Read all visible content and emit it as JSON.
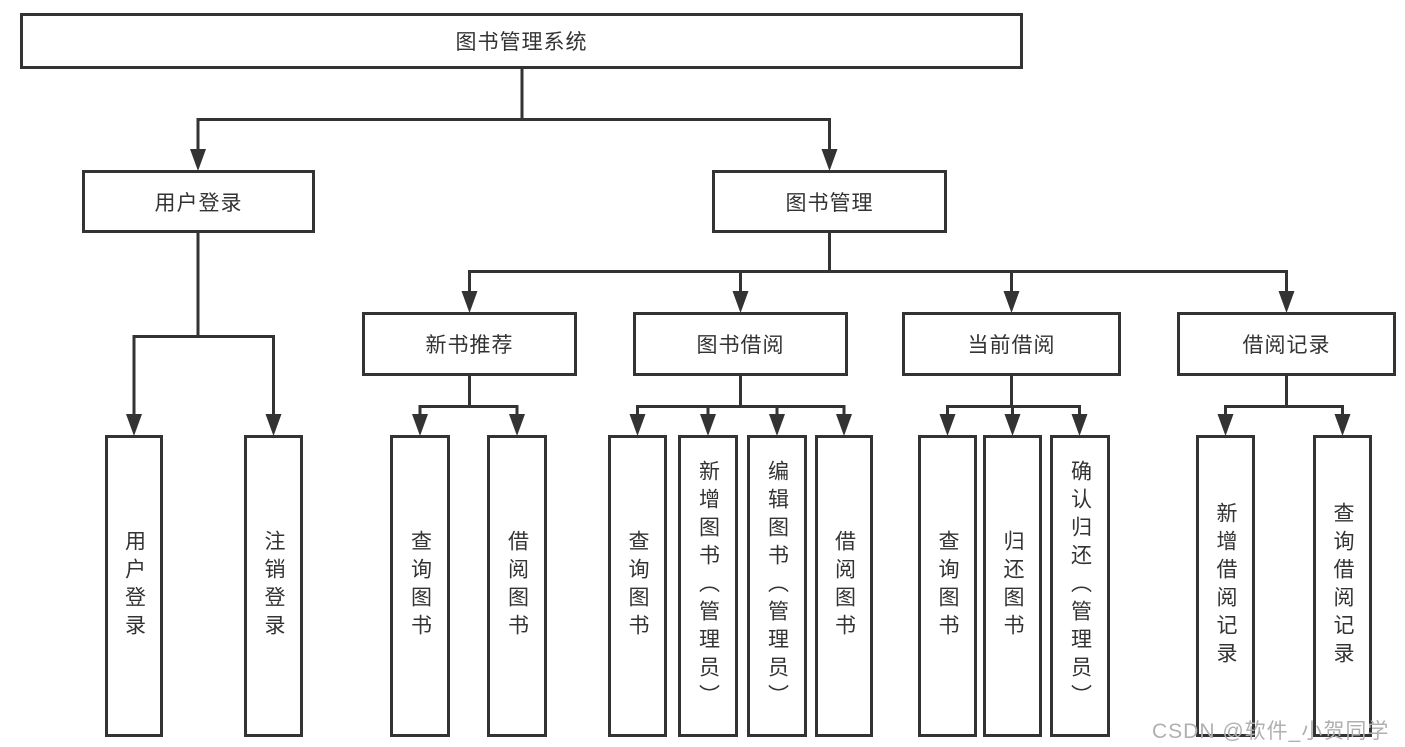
{
  "root": {
    "label": "图书管理系统"
  },
  "branches": {
    "user_login": {
      "label": "用户登录",
      "children": [
        "用户登录",
        "注销登录"
      ]
    },
    "book_mgmt": {
      "label": "图书管理",
      "sections": [
        {
          "label": "新书推荐",
          "children": [
            "查询图书",
            "借阅图书"
          ]
        },
        {
          "label": "图书借阅",
          "children": [
            "查询图书",
            "新增图书（管理员）",
            "编辑图书（管理员）",
            "借阅图书"
          ]
        },
        {
          "label": "当前借阅",
          "children": [
            "查询图书",
            "归还图书",
            "确认归还（管理员）"
          ]
        },
        {
          "label": "借阅记录",
          "children": [
            "新增借阅记录",
            "查询借阅记录"
          ]
        }
      ]
    }
  },
  "watermark": "CSDN @软件_小贺同学",
  "colors": {
    "line": "#333333",
    "text": "#333333",
    "box_background": "#ffffff",
    "watermark": "#b0b0b0",
    "background": "#ffffff"
  }
}
